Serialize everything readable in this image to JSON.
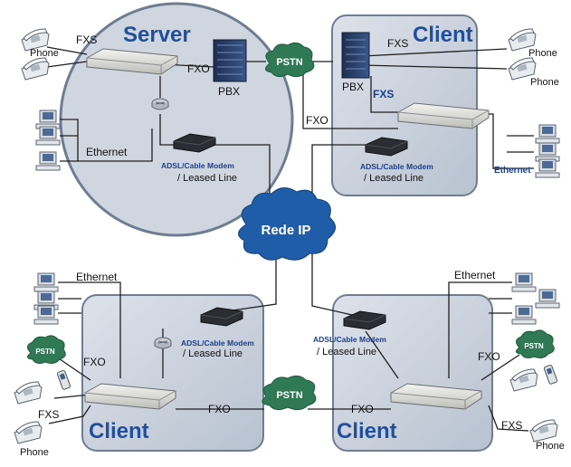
{
  "labels": {
    "server": "Server",
    "client": "Client",
    "pstn": "PSTN",
    "ip_cloud": "Rede IP",
    "phone": "Phone",
    "fxs": "FXS",
    "fxo": "FXO",
    "pbx": "PBX",
    "ethernet": "Ethernet",
    "modem": "ADSL/Cable Modem",
    "leased_line": "/ Leased Line"
  },
  "colors": {
    "background": "#ffffff",
    "site_fill": "#c9d1dd",
    "site_stroke": "#6f7d92",
    "server_fill": "#d2d8e1",
    "title_text": "#1f4f9e",
    "cloud": "#1f5da8",
    "cloud_text": "#ffffff",
    "pstn_cloud": "#2f7a55",
    "modem_label": "#1c3f8c",
    "ethernet_accent": "#1c3f8c",
    "fxs_accent": "#1c3f8c",
    "link": "#1f1f1f"
  },
  "icons": [
    "phone-icon",
    "computer-icon",
    "gateway-icon",
    "pbx-icon",
    "modem-icon",
    "router-icon",
    "mobile-phone-icon",
    "cloud-icon"
  ]
}
